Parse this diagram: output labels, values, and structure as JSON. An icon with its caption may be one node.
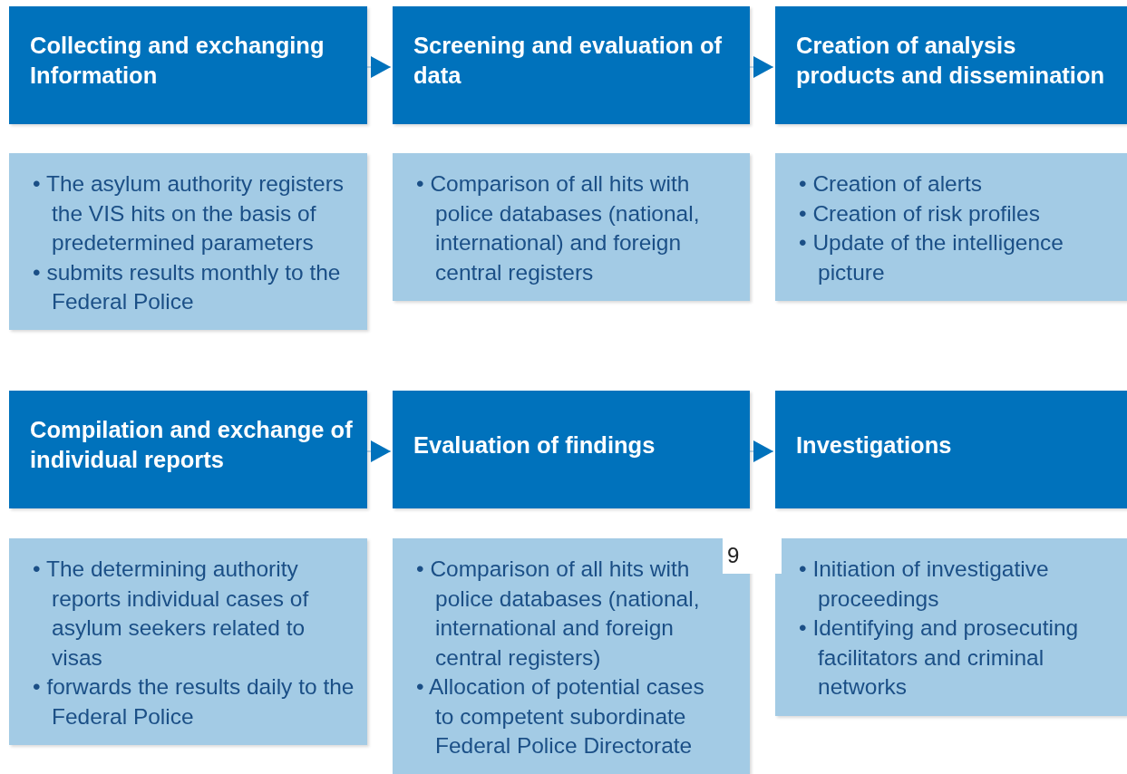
{
  "diagram": {
    "nodes": [
      {
        "text": [
          "Collecting and exchanging Information"
        ]
      },
      {
        "text": [
          "Screening and evaluation of data"
        ]
      },
      {
        "text": [
          "Creation of analysis products and dissemination"
        ]
      },
      {
        "text": [
          "• The asylum authority registers the VIS hits on the basis of predetermined parameters",
          "• submits results monthly to the Federal Police"
        ]
      },
      {
        "text": [
          "• Comparison of all hits with police databases (national, international) and foreign central registers"
        ]
      },
      {
        "text": [
          "• Creation of alerts",
          "• Creation of risk profiles",
          "• Update of the intelligence picture"
        ]
      },
      {
        "text": [
          "Compilation and exchange of individual reports"
        ]
      },
      {
        "text": [
          "Evaluation of findings"
        ]
      },
      {
        "text": [
          "Investigations"
        ]
      },
      {
        "text": [
          "• The determining authority reports individual cases of asylum seekers related to visas",
          "• forwards the results daily to the Federal Police"
        ]
      },
      {
        "text": [
          "• Comparison of all hits with police databases (national, international and foreign central registers)",
          "• Allocation of potential cases to competent subordinate Federal Police Directorate"
        ]
      },
      {
        "text": [
          "• Initiation of investigative proceedings",
          "• Identifying and prosecuting facilitators and criminal networks"
        ]
      }
    ],
    "edges": [
      {
        "from": 0,
        "to": 1,
        "arrow": "to"
      },
      {
        "from": 1,
        "to": 2,
        "arrow": "to"
      },
      {
        "from": 6,
        "to": 7,
        "arrow": "to"
      },
      {
        "from": 7,
        "to": 8,
        "arrow": "to"
      }
    ],
    "labels": [
      "9"
    ]
  }
}
